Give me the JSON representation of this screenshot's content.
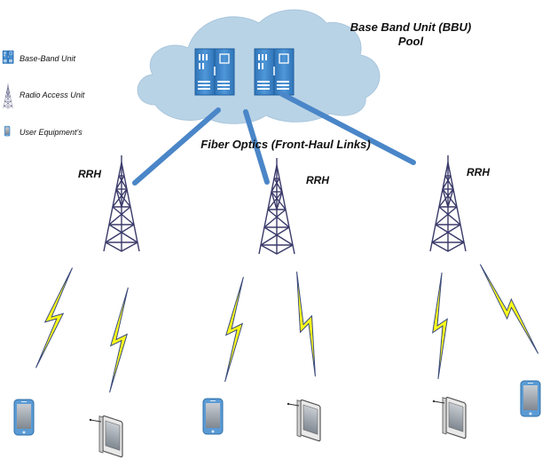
{
  "legend": {
    "items": [
      {
        "label": "Base-Band Unit",
        "icon": "server-rack-icon"
      },
      {
        "label": "Radio Access Unit",
        "icon": "tower-icon"
      },
      {
        "label": "User Equipment's",
        "icon": "phone-icon"
      }
    ]
  },
  "bbu_pool": {
    "title_line1": "Base Band Unit (BBU)",
    "title_line2": "Pool"
  },
  "fiber_label": "Fiber Optics (Front-Haul Links)",
  "rrh": [
    {
      "label": "RRH"
    },
    {
      "label": "RRH"
    },
    {
      "label": "RRH"
    }
  ],
  "colors": {
    "cloud": "#b9d3e6",
    "cloud_edge": "#98bad5",
    "rack_fill": "#3d84c6",
    "rack_edge": "#1f5f9e",
    "fiber": "#4a86c8",
    "tower": "#3a3a6a",
    "bolt_fill": "#ffff1a",
    "bolt_edge": "#3a4a7a",
    "phone_body": "#5b9bd5",
    "phone_screen": "#9aa0a8"
  }
}
